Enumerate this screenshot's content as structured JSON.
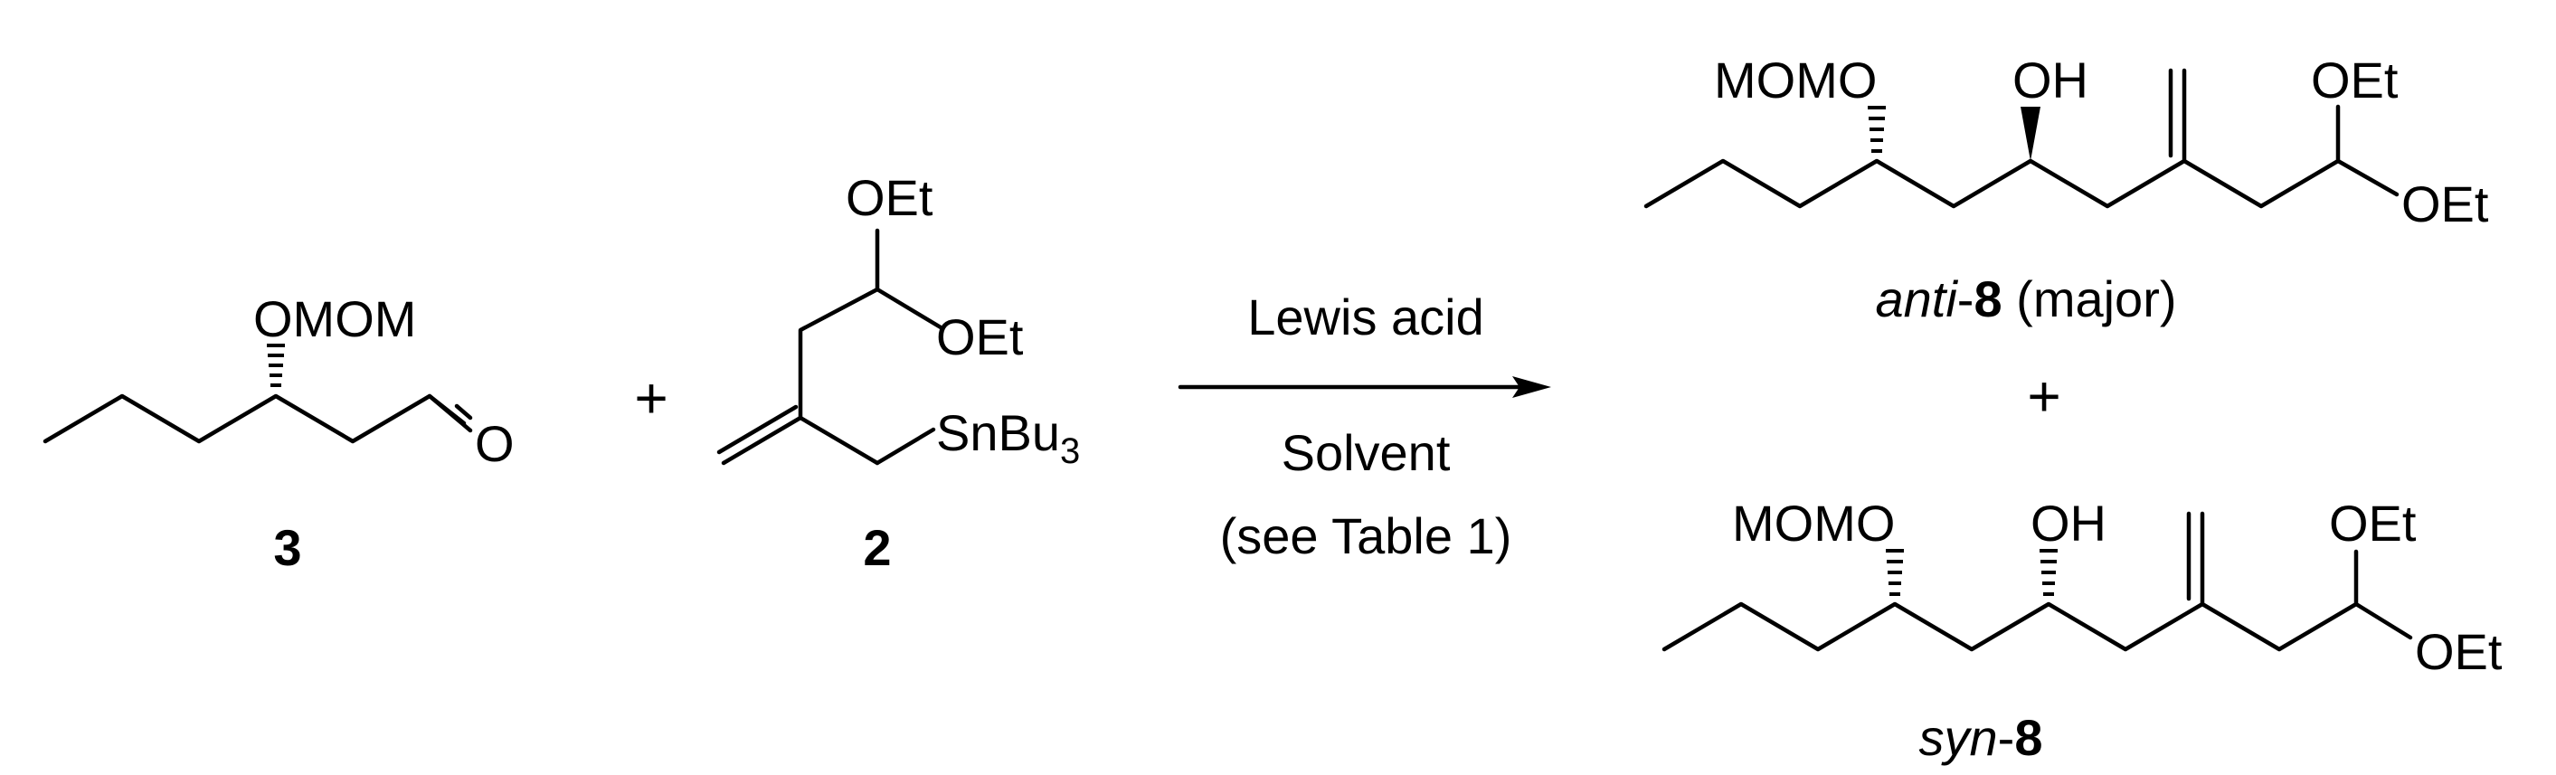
{
  "compound_3": {
    "substituent": "OMOM",
    "carbonyl": "O",
    "number": "3"
  },
  "compound_2": {
    "oet_top": "OEt",
    "oet_bottom": "OEt",
    "tin": "SnBu",
    "tin_sub": "3",
    "number": "2"
  },
  "plus_reactants": "+",
  "conditions": {
    "reagent": "Lewis acid",
    "solvent": "Solvent",
    "note": "(see Table 1)"
  },
  "anti_product": {
    "momo": "MOMO",
    "oh": "OH",
    "oet_top": "OEt",
    "oet_bottom": "OEt",
    "label_prefix": "anti",
    "label_dash": "-",
    "label_number": "8",
    "label_suffix": " (major)"
  },
  "plus_products": "+",
  "syn_product": {
    "momo": "MOMO",
    "oh": "OH",
    "oet_top": "OEt",
    "oet_bottom": "OEt",
    "label_prefix": "syn",
    "label_dash": "-",
    "label_number": "8"
  }
}
